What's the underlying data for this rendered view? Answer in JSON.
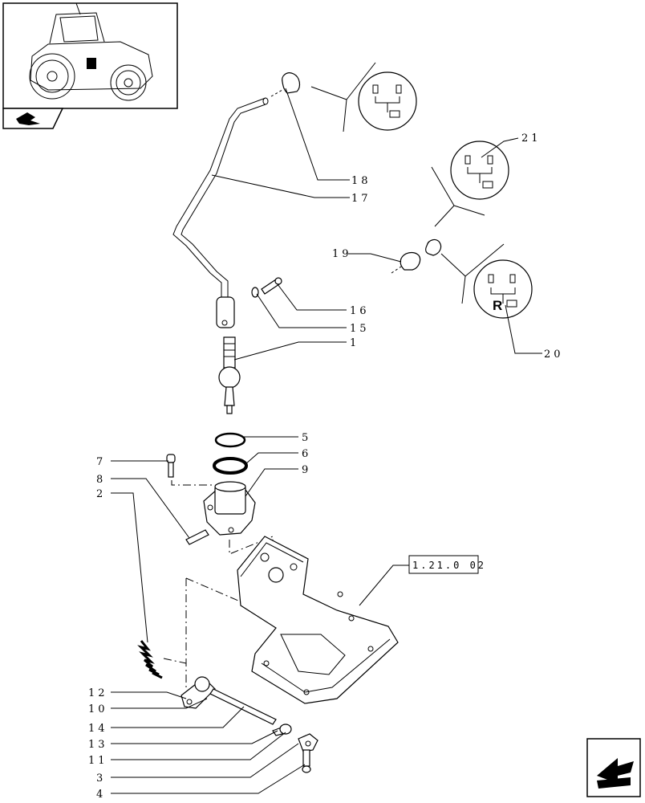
{
  "labels": {
    "1": "1",
    "2": "2",
    "3": "3",
    "4": "4",
    "5": "5",
    "6": "6",
    "7": "7",
    "8": "8",
    "9": "9",
    "10": "10",
    "11": "11",
    "12": "12",
    "13": "13",
    "14": "14",
    "15": "15",
    "16": "16",
    "17": "17",
    "18": "18",
    "19": "19",
    "20": "20",
    "21": "21"
  },
  "reference": "1.21.0 02",
  "knob_reverse_letter": "R",
  "colors": {
    "line": "#000000",
    "background": "#ffffff"
  },
  "icons": [
    "tractor-thumbnail-icon",
    "book-arrow-icon",
    "next-page-arrow-icon"
  ]
}
